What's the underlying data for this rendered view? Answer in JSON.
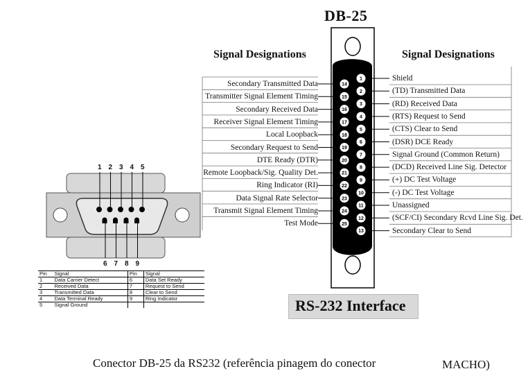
{
  "db25": {
    "title": "DB-25",
    "left_header": "Signal Designations",
    "right_header": "Signal Designations",
    "left_signals": [
      {
        "pin": "14",
        "label": "Secondary Transmitted Data"
      },
      {
        "pin": "15",
        "label": "Transmitter Signal Element Timing"
      },
      {
        "pin": "16",
        "label": "Secondary Received Data"
      },
      {
        "pin": "17",
        "label": "Receiver Signal Element Timing"
      },
      {
        "pin": "18",
        "label": "Local Loopback"
      },
      {
        "pin": "19",
        "label": "Secondary Request to Send"
      },
      {
        "pin": "20",
        "label": "DTE Ready (DTR)"
      },
      {
        "pin": "21",
        "label": "Remote Loopback/Sig. Quality Det."
      },
      {
        "pin": "22",
        "label": "Ring Indicator (RI)"
      },
      {
        "pin": "23",
        "label": "Data Signal Rate Selector"
      },
      {
        "pin": "24",
        "label": "Transmit Signal Element Timing"
      },
      {
        "pin": "25",
        "label": "Test Mode"
      }
    ],
    "right_signals": [
      {
        "pin": "1",
        "label": "Shield"
      },
      {
        "pin": "2",
        "label": "(TD) Transmitted Data"
      },
      {
        "pin": "3",
        "label": "(RD) Received Data"
      },
      {
        "pin": "4",
        "label": "(RTS) Request to Send"
      },
      {
        "pin": "5",
        "label": "(CTS) Clear to Send"
      },
      {
        "pin": "6",
        "label": "(DSR) DCE Ready"
      },
      {
        "pin": "7",
        "label": "Signal Ground (Common Return)"
      },
      {
        "pin": "8",
        "label": "(DCD) Received Line Sig. Detector"
      },
      {
        "pin": "9",
        "label": "(+) DC Test Voltage"
      },
      {
        "pin": "10",
        "label": "(-) DC Test Voltage"
      },
      {
        "pin": "11",
        "label": "Unassigned"
      },
      {
        "pin": "12",
        "label": "(SCF/CI) Secondary Rcvd Line Sig. Det."
      },
      {
        "pin": "13",
        "label": "Secondary Clear to Send"
      }
    ],
    "interface_label": "RS-232 Interface"
  },
  "db9": {
    "top_pins": [
      "1",
      "2",
      "3",
      "4",
      "5"
    ],
    "bottom_pins": [
      "6",
      "7",
      "8",
      "9"
    ],
    "table": {
      "headers": [
        "Pin",
        "Signal",
        "Pin",
        "Signal"
      ],
      "rows": [
        [
          "1",
          "Data Carrier Detect",
          "6",
          "Data Set Ready"
        ],
        [
          "2",
          "Received Data",
          "7",
          "Request to Send"
        ],
        [
          "3",
          "Transmitted Data",
          "8",
          "Clear to Send"
        ],
        [
          "4",
          "Data Terminal Ready",
          "9",
          "Ring Indicator"
        ],
        [
          "5",
          "Signal Ground",
          "",
          ""
        ]
      ]
    }
  },
  "caption": {
    "main": "Conector DB-25 da RS232 (referência pinagem do conector",
    "end": "MACHO)"
  }
}
